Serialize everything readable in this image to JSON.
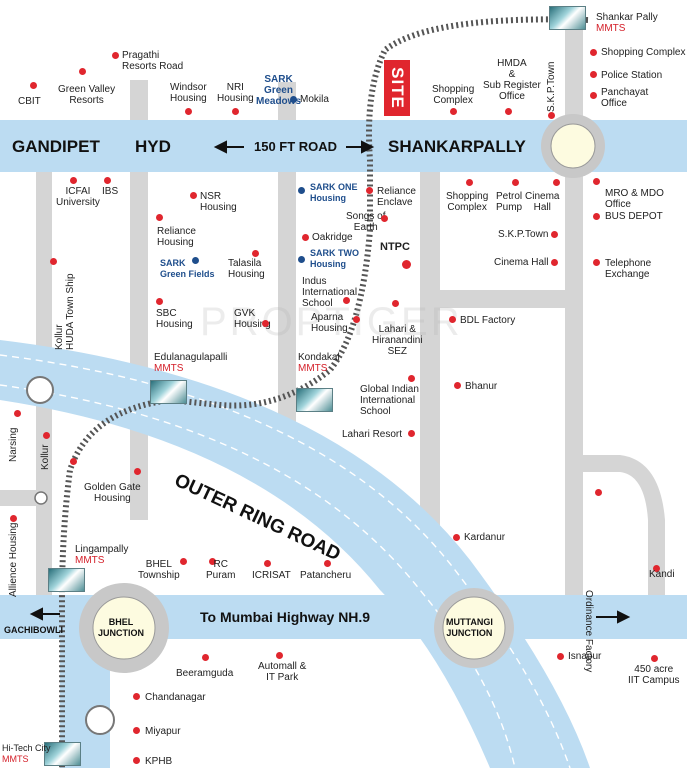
{
  "roads": {
    "top_west": "GANDIPET",
    "top_hyd": "HYD",
    "top_mid": "150 FT ROAD",
    "top_east": "SHANKARPALLY",
    "orr": "OUTER RING ROAD",
    "nh9": "To Mumbai Highway NH.9",
    "gachibowli": "GACHIBOWLI"
  },
  "site": "SITE",
  "watermark": "PROPTIGER",
  "junctions": {
    "bhel": "BHEL\nJUNCTION",
    "muttangi": "MUTTANGI\nJUNCTION"
  },
  "stations": [
    {
      "id": "shankarpally",
      "name": "Shankar Pally",
      "type": "MMTS"
    },
    {
      "id": "edulanagulapalli",
      "name": "Edulanagulapalli",
      "type": "MMTS"
    },
    {
      "id": "kondakal",
      "name": "Kondakal",
      "type": "MMTS"
    },
    {
      "id": "lingampally",
      "name": "Lingampally",
      "type": "MMTS"
    },
    {
      "id": "hitech",
      "name": "Hi-Tech City",
      "type": "MMTS"
    }
  ],
  "places": {
    "cbit": "CBIT",
    "green_valley": "Green Valley\nResorts",
    "pragathi": "Pragathi\nResorts Road",
    "windsor": "Windsor\nHousing",
    "nri": "NRI\nHousing",
    "sark_green_meadows": "SARK\nGreen\nMeadows",
    "mokila": "Mokila",
    "shopping_complex_n": "Shopping\nComplex",
    "hmda": "HMDA\n&\nSub Register\nOffice",
    "skp_town_v": "S.K.P.Town",
    "shopping_complex_ne": "Shopping Complex",
    "police_station": "Police Station",
    "panchayat": "Panchayat\nOffice",
    "icfai": "ICFAI\nUniversity",
    "ibs": "IBS",
    "nsr": "NSR\nHousing",
    "sark_one": "SARK ONE\nHousing",
    "reliance_enclave": "Reliance\nEnclave",
    "shopping_complex_s": "Shopping\nComplex",
    "petrol_pump": "Petrol\nPump",
    "cinema_hall_n": "Cinema\nHall",
    "mro": "MRO & MDO\nOffice",
    "bus_depot": "BUS DEPOT",
    "songs_of_earth": "Songs of\nEarth",
    "oakridge": "Oakridge",
    "reliance_housing": "Reliance\nHousing",
    "skp_town": "S.K.P.Town",
    "ntpc": "NTPC",
    "sark_green_fields": "SARK\nGreen Fields",
    "talasila": "Talasila\nHousing",
    "sark_two": "SARK TWO\nHousing",
    "cinema_hall_s": "Cinema Hall",
    "telephone": "Telephone\nExchange",
    "kollur_huda": "Kollur\nHUDA Town Ship",
    "indus": "Indus\nInternational\nSchool",
    "sbc": "SBC\nHousing",
    "gvk": "GVK\nHousing",
    "aparna": "Aparna\nHousing",
    "bdl": "BDL Factory",
    "lahari_hiranandini": "Lahari &\nHiranandini\nSEZ",
    "bhanur": "Bhanur",
    "global_indian": "Global Indian\nInternational\nSchool",
    "lahari_resort": "Lahari Resort",
    "narsing": "Narsing",
    "kollur": "Kollur",
    "golden_gate": "Golden Gate\nHousing",
    "ordinance": "Ordinance Factory",
    "kardanur": "Kardanur",
    "alliance": "Allience Housing",
    "bhel_township": "BHEL\nTownship",
    "rc_puram": "RC\nPuram",
    "icrisat": "ICRISAT",
    "patancheru": "Patancheru",
    "kandi": "Kandi",
    "beeramguda": "Beeramguda",
    "automall": "Automall &\nIT Park",
    "isnapur": "Isnapur",
    "iit": "450 acre\nIIT Campus",
    "chandanagar": "Chandanagar",
    "miyapur": "Miyapur",
    "kphb": "KPHB"
  },
  "colors": {
    "road_blue": "#bcdcf2",
    "road_grey": "#d5d5d5",
    "marker_red": "#e0262e",
    "marker_blue": "#1f4e8c",
    "rail": "#555555"
  }
}
